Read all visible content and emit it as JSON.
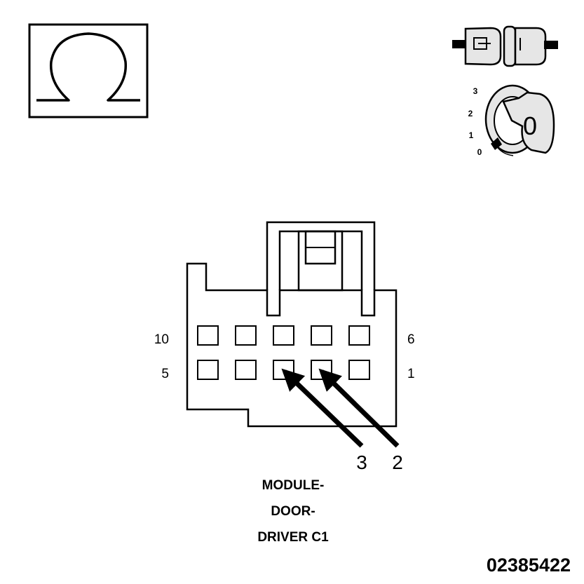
{
  "connector": {
    "name_lines": [
      "MODULE-",
      "DOOR-",
      "DRIVER C1"
    ],
    "row_top": {
      "left_pin": "10",
      "right_pin": "6"
    },
    "row_bottom": {
      "left_pin": "5",
      "right_pin": "1"
    },
    "arrows": [
      {
        "label": "3",
        "target_pin": 3
      },
      {
        "label": "2",
        "target_pin": 2
      }
    ]
  },
  "ignition_key": {
    "positions": [
      "3",
      "2",
      "1",
      "0"
    ],
    "key_label": "0"
  },
  "meter": {
    "symbol": "Ω",
    "function": "ohmmeter"
  },
  "part_number": "02385422",
  "icons": [
    "ohm-icon",
    "disconnected-connector-icon",
    "ignition-key-icon"
  ],
  "colors": {
    "ink": "#000000",
    "background": "#ffffff",
    "fill_light": "#e6e6e6"
  }
}
